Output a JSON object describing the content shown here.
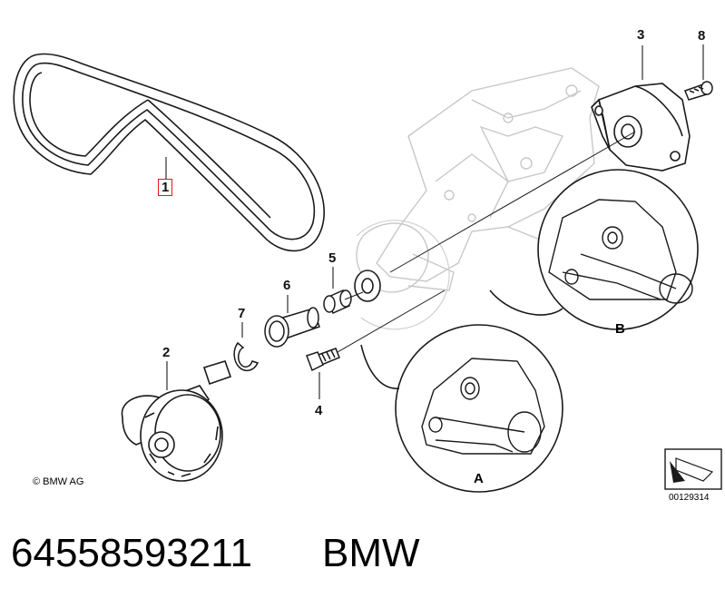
{
  "callouts": {
    "c1": "1",
    "c2": "2",
    "c3": "3",
    "c4": "4",
    "c5": "5",
    "c6": "6",
    "c7": "7",
    "c8": "8"
  },
  "details": {
    "a": "A",
    "b": "B"
  },
  "footer": {
    "copyright": "© BMW AG",
    "diagram_number": "00129314"
  },
  "caption": {
    "part_number": "64558593211",
    "brand": "BMW"
  },
  "colors": {
    "highlight_box": "#e0161b",
    "line": "#1a1a1a",
    "ghost": "#c8c8c8"
  }
}
